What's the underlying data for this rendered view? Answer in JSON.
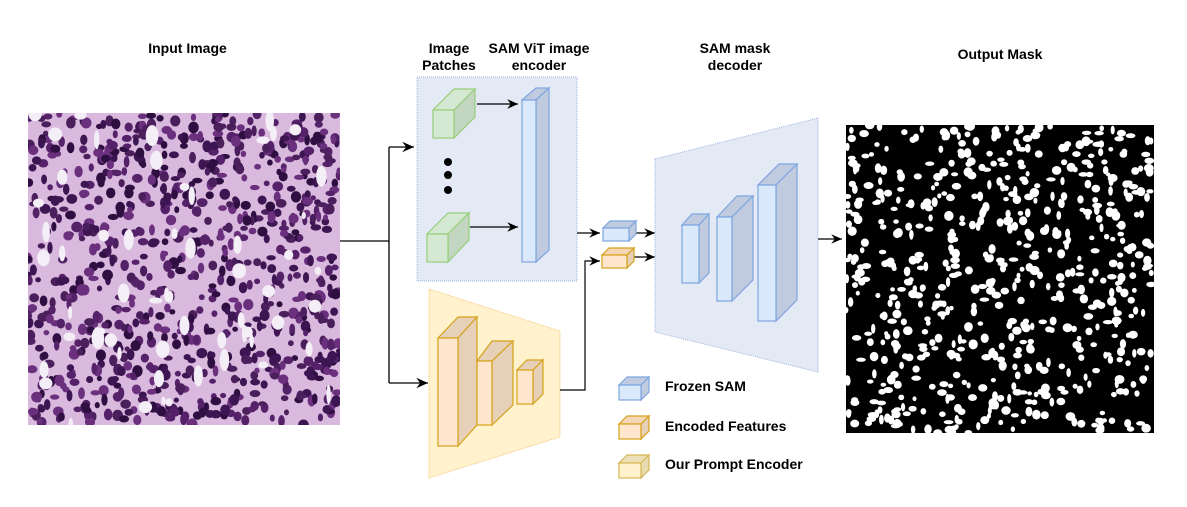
{
  "labels": {
    "input_image": "Input Image",
    "image_patches": "Image Patches",
    "vit_encoder": "SAM ViT image encoder",
    "mask_decoder": "SAM mask decoder",
    "output_mask": "Output Mask"
  },
  "legend": [
    {
      "label": "Frozen SAM",
      "type": "frozen"
    },
    {
      "label": "Encoded Features",
      "type": "encoded"
    },
    {
      "label": "Our Prompt Encoder",
      "type": "prompt"
    }
  ],
  "colors": {
    "frozen_front": "#dae8fc",
    "frozen_side": "#c0cbe0",
    "frozen_stroke": "#7ea6e0",
    "frozen_panel": "#e3e9f5",
    "encoded_front": "#ffe6cc",
    "encoded_side": "#e6d0b8",
    "encoded_stroke": "#d6a21a",
    "prompt_front": "#fff2cc",
    "prompt_side": "#e8dcb0",
    "prompt_stroke": "#d6b656",
    "prompt_panel": "#fff2cc",
    "patch_front": "#d5e8d4",
    "patch_side": "#c2d6c1",
    "patch_stroke": "#97d077",
    "tissue_bg": "#d8b8dc",
    "nucleus": "#4a1f5c",
    "mask_bg": "#000000",
    "mask_fg": "#ffffff"
  }
}
